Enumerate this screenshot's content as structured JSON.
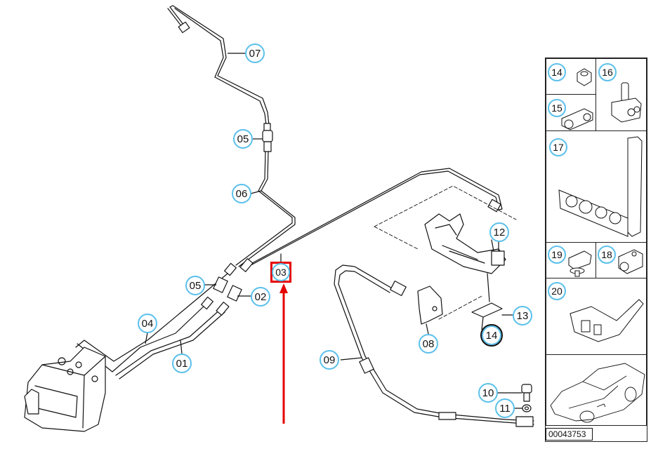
{
  "diagram": {
    "title": "Brake pipes / ABS hydraulic unit parts diagram",
    "image_code": "00043753",
    "highlight": {
      "label": "03",
      "color": "#e60000",
      "indicator": "red-arrow-up"
    },
    "callout_color": "#5bc0eb",
    "callouts": [
      {
        "id": "07",
        "label": "07"
      },
      {
        "id": "05a",
        "label": "05"
      },
      {
        "id": "06",
        "label": "06"
      },
      {
        "id": "05b",
        "label": "05"
      },
      {
        "id": "02",
        "label": "02"
      },
      {
        "id": "03",
        "label": "03"
      },
      {
        "id": "04",
        "label": "04"
      },
      {
        "id": "01",
        "label": "01"
      },
      {
        "id": "12",
        "label": "12"
      },
      {
        "id": "13",
        "label": "13"
      },
      {
        "id": "14",
        "label": "14"
      },
      {
        "id": "08",
        "label": "08"
      },
      {
        "id": "09",
        "label": "09"
      },
      {
        "id": "10",
        "label": "10"
      },
      {
        "id": "11",
        "label": "11"
      }
    ],
    "side_panel": {
      "cells": [
        {
          "label": "14",
          "part": "hex-nut"
        },
        {
          "label": "16",
          "part": "pipe-clip-holder"
        },
        {
          "label": "15",
          "part": "double-pipe-clip"
        },
        {
          "label": "17",
          "part": "multi-pipe-holder-bracket"
        },
        {
          "label": "19",
          "part": "pipe-clip-with-stud"
        },
        {
          "label": "18",
          "part": "single-pipe-clip"
        },
        {
          "label": "20",
          "part": "pipe-bracket"
        },
        {
          "label": "",
          "part": "vehicle-silhouette"
        }
      ]
    }
  }
}
